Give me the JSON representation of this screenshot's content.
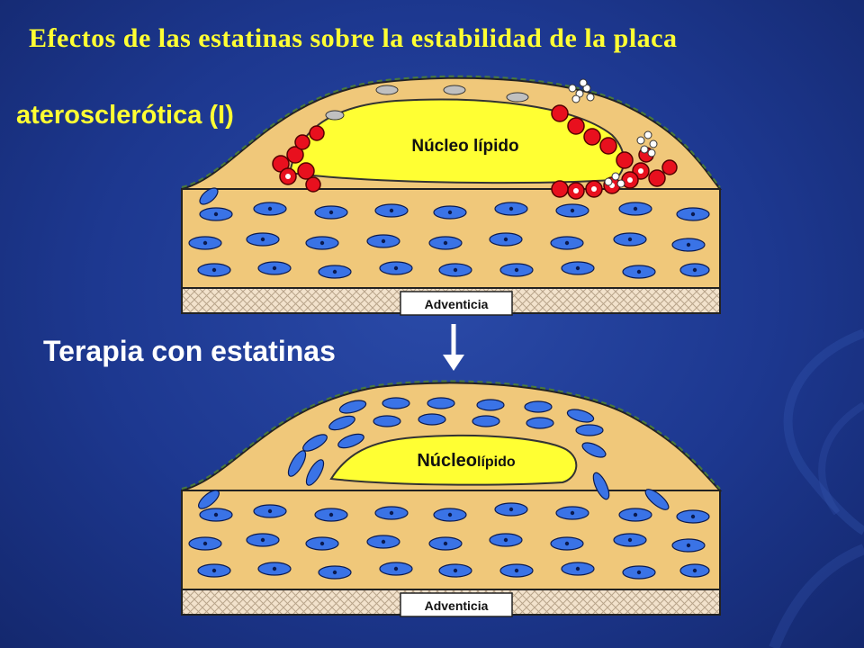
{
  "slide": {
    "title_line1": "Efectos de las estatinas sobre la estabilidad de la placa",
    "title_line2": "aterosclerótica (I)",
    "therapy_label": "Terapia con estatinas"
  },
  "top_plaque": {
    "core_label": "Núcleo lípido",
    "adventitia_label": "Adventicia"
  },
  "bottom_plaque": {
    "core_label_part1": "Núcleo",
    "core_label_part2": "lípido",
    "adventitia_label": "Adventicia"
  },
  "colors": {
    "background": "#1d3890",
    "title": "#ffff33",
    "plaque_fill": "#f0c87a",
    "lipid_core": "#ffff33",
    "smooth_muscle_cell": "#3a73e6",
    "inflammatory_cell": "#e8101e",
    "adventitia": "#f2e2cc"
  }
}
